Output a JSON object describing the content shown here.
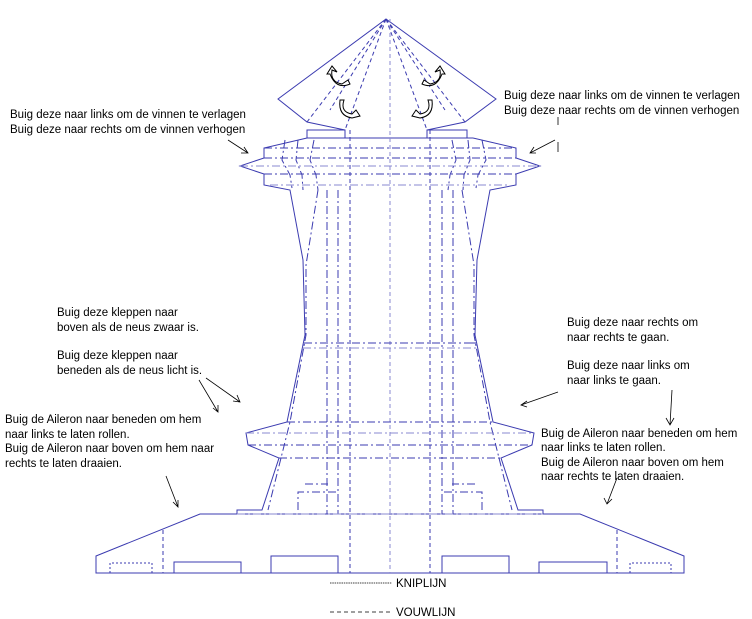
{
  "labels": {
    "fin_left_1": "Buig deze naar links om de vinnen te verlagen",
    "fin_left_2": "Buig deze naar rechts om de vinnen verhogen",
    "fin_right_1": "Buig deze naar links om de vinnen te verlagen",
    "fin_right_2": "Buig deze naar rechts om de vinnen verhogen",
    "flaps_up_1": "Buig deze kleppen naar",
    "flaps_up_2": "boven als de neus zwaar is.",
    "flaps_down_1": "Buig deze kleppen naar",
    "flaps_down_2": "beneden als de neus licht is.",
    "aileron_left_1": "Buig de Aileron naar beneden om hem",
    "aileron_left_2": "naar links te laten rollen.",
    "aileron_left_3": "Buig de Aileron naar boven om hem naar",
    "aileron_left_4": "rechts te laten draaien.",
    "rudder_right_1": "Buig deze naar rechts om",
    "rudder_right_2": "naar rechts te gaan.",
    "rudder_left_1": "Buig deze naar links om",
    "rudder_left_2": "naar links te gaan.",
    "aileron_right_1": "Buig de Aileron naar beneden om hem",
    "aileron_right_2": "naar links te laten rollen.",
    "aileron_right_3": "Buig de Aileron naar boven om hem",
    "aileron_right_4": "naar rechts te laten draaien."
  },
  "legend": {
    "cut_line": "KNIPLIJN",
    "fold_line": "VOUWLIJN"
  },
  "colors": {
    "line": "#3b3bb0",
    "text": "#000000"
  }
}
